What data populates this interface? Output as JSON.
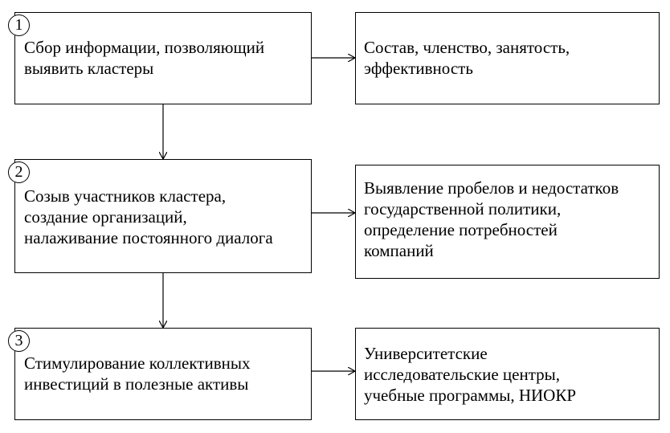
{
  "steps": [
    {
      "number": "1",
      "text": "Сбор информации, позволяющий\nвыявить кластеры",
      "outcome": "Состав, членство, занятость,\nэффективность"
    },
    {
      "number": "2",
      "text": "Созыв участников кластера,\nсоздание организаций,\nналаживание постоянного диалога",
      "outcome": "Выявление пробелов и недостатков\nгосударственной политики,\nопределение потребностей\nкомпаний"
    },
    {
      "number": "3",
      "text": "Стимулирование коллективных\nинвестиций в полезные активы",
      "outcome": "Университетские\nисследовательские центры,\nучебные программы, НИОКР"
    }
  ],
  "colors": {
    "line": "#000000",
    "background": "#ffffff"
  }
}
